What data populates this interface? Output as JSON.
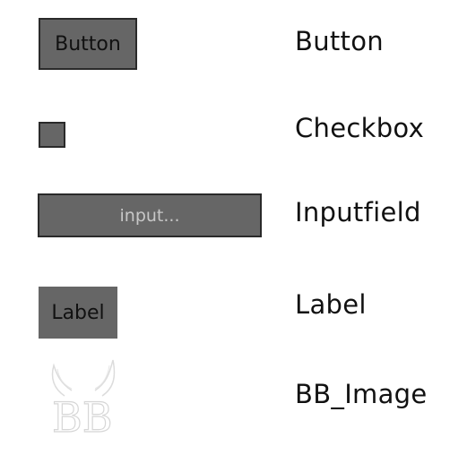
{
  "widgets": {
    "button": {
      "label": "Button",
      "caption": "Button"
    },
    "checkbox": {
      "caption": "Checkbox"
    },
    "inputfield": {
      "placeholder": "input...",
      "caption": "Inputfield"
    },
    "label": {
      "text": "Label",
      "caption": "Label"
    },
    "image": {
      "logo_text": "BB",
      "caption": "BB_Image"
    }
  },
  "colors": {
    "widget_fill": "#666666",
    "widget_border": "#2a2a2a",
    "text": "#111111",
    "placeholder": "#c7c7c7",
    "background": "#ffffff"
  }
}
